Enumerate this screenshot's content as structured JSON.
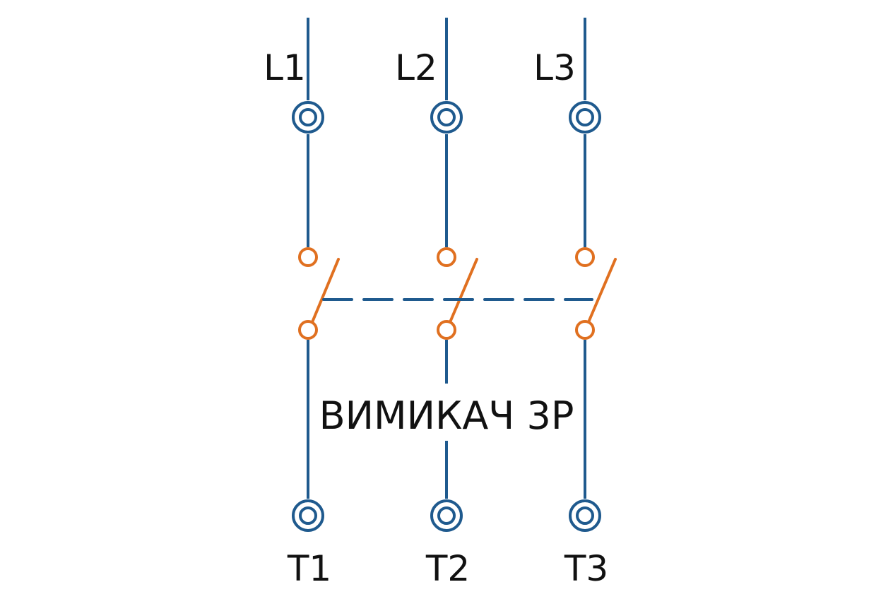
{
  "diagram": {
    "type": "three-pole switch schematic",
    "title": "ВИМИКАЧ 3P",
    "colors": {
      "wire": "#1f5a8e",
      "switch": "#e07020",
      "text": "#111111",
      "background": "#ffffff"
    },
    "poles": [
      {
        "line_label": "L1",
        "load_label": "T1"
      },
      {
        "line_label": "L2",
        "load_label": "T2"
      },
      {
        "line_label": "L3",
        "load_label": "T3"
      }
    ],
    "mechanical_link": "dashed"
  }
}
